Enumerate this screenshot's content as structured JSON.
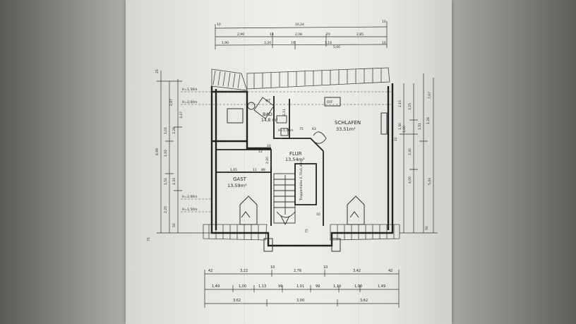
{
  "rooms": {
    "bad": {
      "name": "BAD",
      "area": "14,8 m²"
    },
    "schlafen": {
      "name": "SCHLAFEN",
      "area": "33,51m²"
    },
    "flur": {
      "name": "FLUR",
      "area": "13,54m²"
    },
    "gast": {
      "name": "GAST",
      "area": "13,59m²"
    }
  },
  "labels": {
    "wt": "WT",
    "dff": "DFF",
    "stair_note": "Treppenhöhe\n0,70x1,40m",
    "h150_top": "H=1,50m",
    "h200_top": "H=2,00m",
    "h200_bottom": "H=2,00m",
    "h150_bottom": "H=1,50m",
    "h100": "H=1,00m"
  },
  "dims": {
    "top_row1": [
      "10",
      "10,24",
      "10"
    ],
    "top_row2": [
      "2,99",
      "18",
      "2,08",
      "70",
      "2,85"
    ],
    "top_row3": [
      "1,90",
      "3,20",
      "10",
      "1,18",
      "5,00",
      "10"
    ],
    "bottom_row1": [
      "42",
      "3,22",
      "10",
      "2,76",
      "10",
      "3,42",
      "42"
    ],
    "bottom_row2": [
      "1,49",
      "1,00",
      "1,13",
      "99",
      "1,01",
      "99",
      "1,13",
      "1,00",
      "1,49"
    ],
    "bottom_row3": [
      "3,62",
      "3,00",
      "3,62"
    ],
    "left": [
      "2,87",
      "1,01",
      "1,92",
      "1,51",
      "2,25",
      "8,99",
      "3,47",
      "3,26",
      "4,33",
      "50",
      "25",
      "75"
    ],
    "right": [
      "2,15",
      "1,50",
      "1,00",
      "3,25",
      "1,51",
      "1,28",
      "2,40",
      "4,00",
      "5,43",
      "7,07",
      "10",
      "50"
    ],
    "inner": [
      "1,65",
      "11",
      "89",
      "75",
      "10",
      "75",
      "63",
      "10",
      "2,10",
      "12",
      "2,11"
    ]
  }
}
